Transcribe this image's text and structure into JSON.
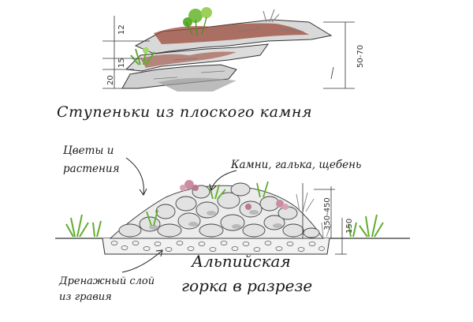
{
  "labels": {
    "steps_caption": "Ступеньки из плоского камня",
    "flowers_line1": "Цветы и",
    "flowers_line2": "растения",
    "stones": "Камни, галька, щебень",
    "alpine_line1": "Альпийская",
    "alpine_line2": "горка в разрезе",
    "drainage_line1": "Дренажный слой",
    "drainage_line2": "из гравия"
  },
  "dimensions": {
    "step_top": "12",
    "step_mid": "15",
    "step_bottom": "20",
    "step_total": "50-70",
    "hill_height": "350-450",
    "drain_depth": "150"
  },
  "colors": {
    "ink": "#1a1a1a",
    "stone_fill": "#e6e6e6",
    "stone_shade": "#9e9e9e",
    "soil": "#9b4a3a",
    "plant_green": "#5fae2e",
    "flower_pink": "#c98da0"
  }
}
